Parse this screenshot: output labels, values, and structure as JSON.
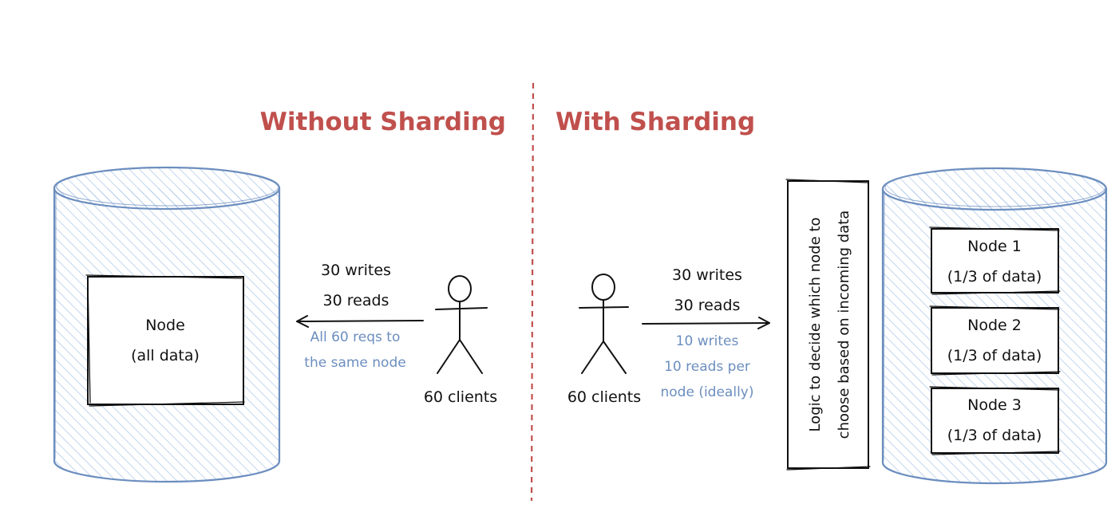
{
  "colors": {
    "title": "#c0504d",
    "cylinder_stroke": "#6c8ebf",
    "hatch": "#a9c4e8",
    "note": "#6c8ebf",
    "ink": "#111111"
  },
  "titles": {
    "without": "Without Sharding",
    "with": "With Sharding"
  },
  "left": {
    "node_box": {
      "line1": "Node",
      "line2": "(all data)"
    },
    "requests": {
      "writes": "30 writes",
      "reads": "30 reads"
    },
    "note": {
      "line1": "All 60 reqs to",
      "line2": "the same node"
    },
    "clients_label": "60 clients",
    "icons": [
      "database-cylinder-icon",
      "stick-figure-icon",
      "arrow-left-icon"
    ]
  },
  "right": {
    "clients_label": "60 clients",
    "requests": {
      "writes": "30 writes",
      "reads": "30 reads"
    },
    "note": {
      "line1": "10 writes",
      "line2": "10 reads per",
      "line3": "node (ideally)"
    },
    "router": {
      "line1": "Logic to decide which node to",
      "line2": "choose based on incoming data"
    },
    "nodes": [
      {
        "name": "Node 1",
        "data": "(1/3 of data)"
      },
      {
        "name": "Node 2",
        "data": "(1/3 of data)"
      },
      {
        "name": "Node 3",
        "data": "(1/3 of data)"
      }
    ],
    "icons": [
      "stick-figure-icon",
      "arrow-right-icon",
      "database-cylinder-icon"
    ]
  }
}
